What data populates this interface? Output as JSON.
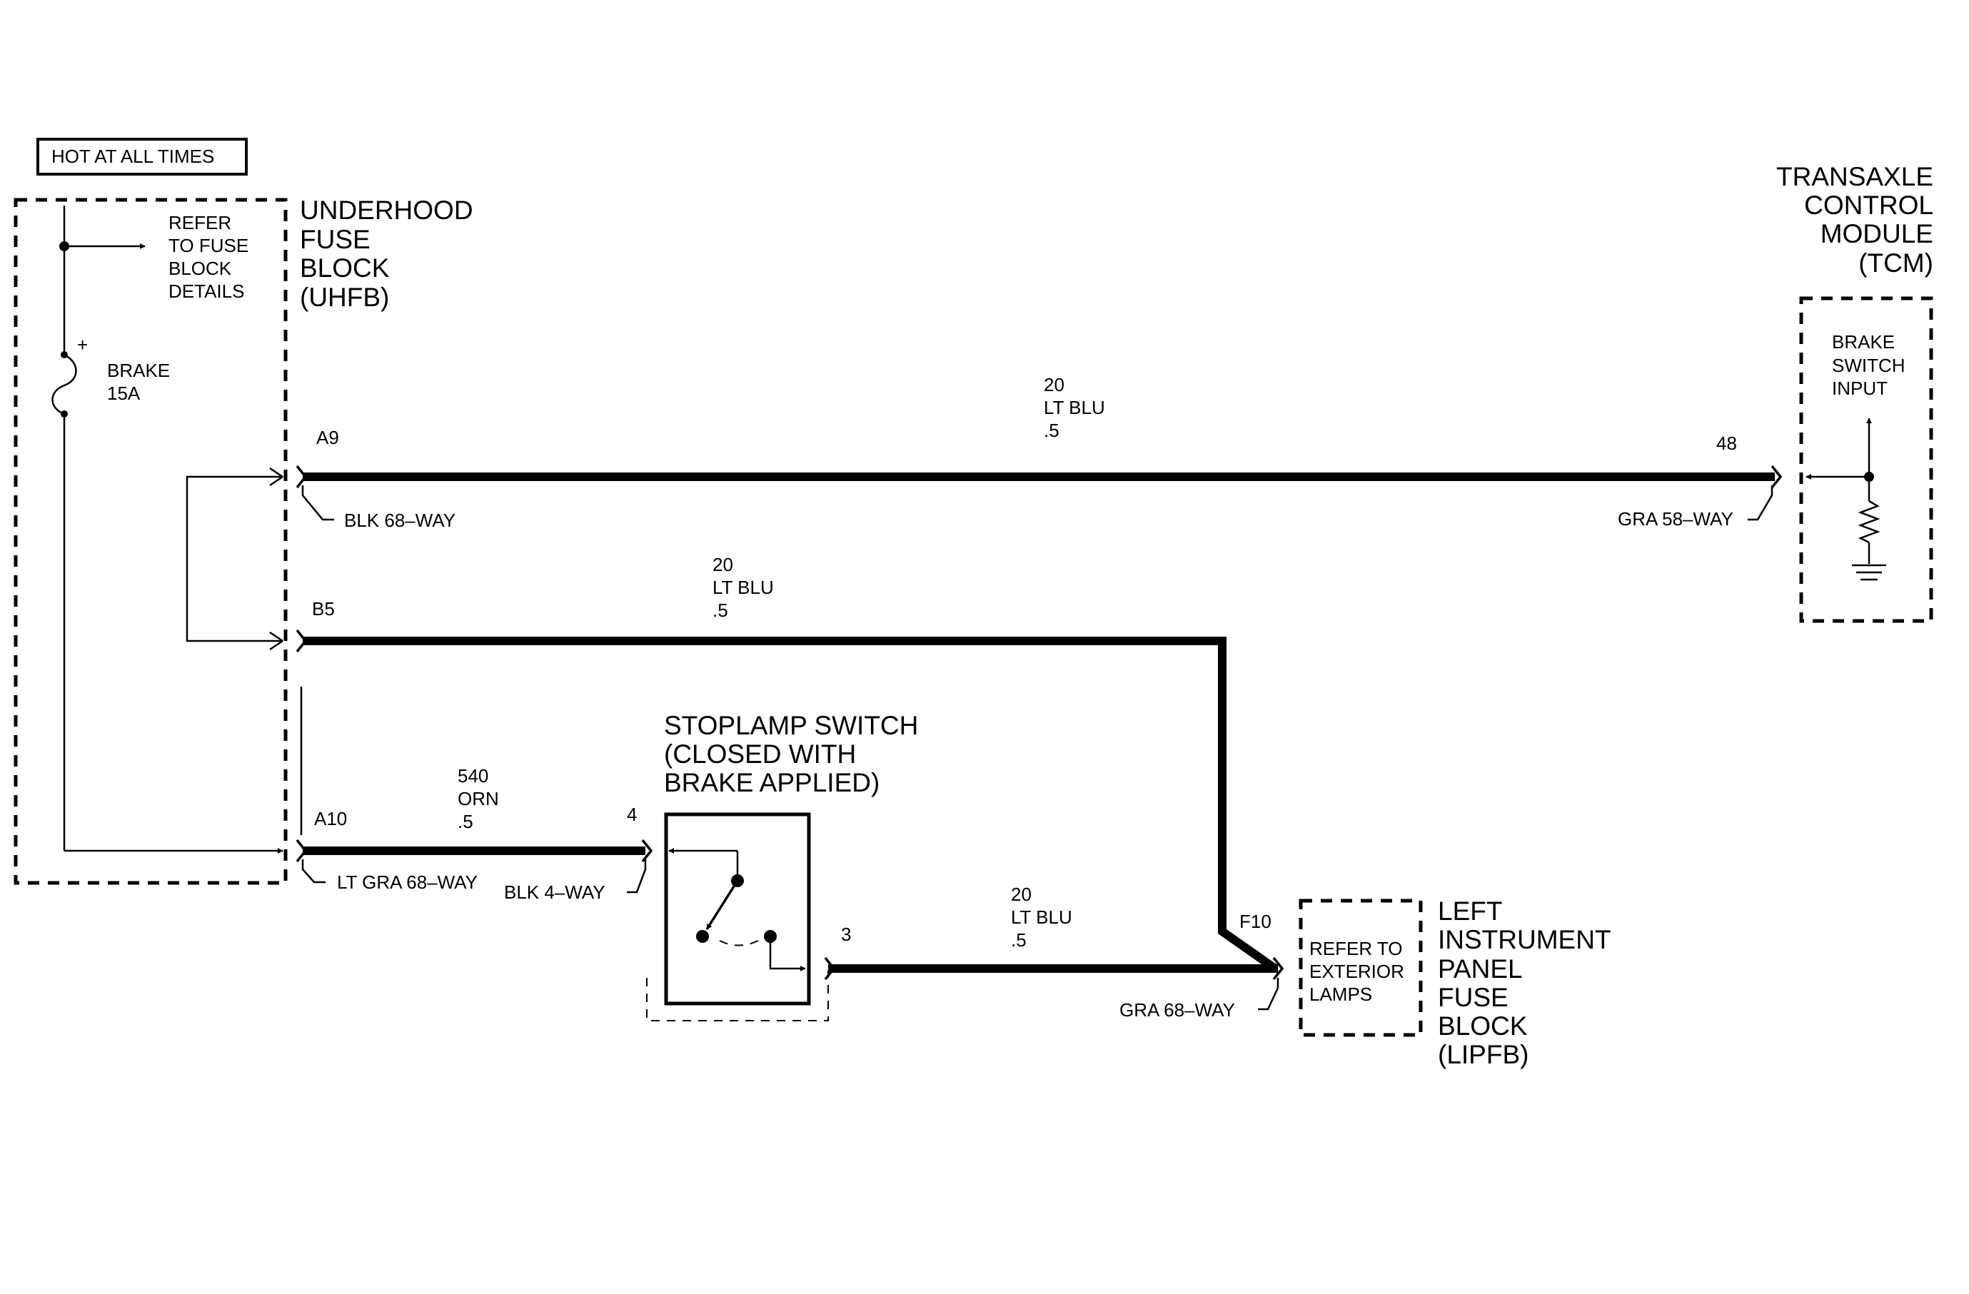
{
  "hot_box": {
    "label": "HOT AT ALL TIMES"
  },
  "uhfb": {
    "name_lines": [
      "UNDERHOOD",
      "FUSE",
      "BLOCK",
      "(UHFB)"
    ],
    "refer_lines": [
      "REFER",
      "TO FUSE",
      "BLOCK",
      "DETAILS"
    ],
    "fuse_lines": [
      "BRAKE",
      "15A"
    ],
    "fuse_polarity": "+"
  },
  "tcm": {
    "name_lines": [
      "TRANSAXLE",
      "CONTROL",
      "MODULE",
      "(TCM)"
    ],
    "input_lines": [
      "BRAKE",
      "SWITCH",
      "INPUT"
    ]
  },
  "stoplamp": {
    "name_lines": [
      "STOPLAMP SWITCH",
      "(CLOSED WITH",
      "BRAKE APPLIED)"
    ]
  },
  "lipfb": {
    "name_lines": [
      "LEFT",
      "INSTRUMENT",
      "PANEL",
      "FUSE",
      "BLOCK",
      "(LIPFB)"
    ],
    "refer_lines": [
      "REFER TO",
      "EXTERIOR",
      "LAMPS"
    ]
  },
  "pins": {
    "a9": "A9",
    "b5": "B5",
    "a10": "A10",
    "tcm_48": "48",
    "switch_4": "4",
    "switch_3": "3",
    "lipfb_f10": "F10"
  },
  "connectors": {
    "blk_68": "BLK 68–WAY",
    "gra_58": "GRA 58–WAY",
    "lt_gra_68": "LT GRA 68–WAY",
    "blk_4": "BLK 4–WAY",
    "gra_68": "GRA 68–WAY"
  },
  "wires": {
    "a9_tcm": [
      "20",
      "LT BLU",
      ".5"
    ],
    "b5_lipfb": [
      "20",
      "LT BLU",
      ".5"
    ],
    "a10_switch": [
      "540",
      "ORN",
      ".5"
    ],
    "switch_lipfb": [
      "20",
      "LT BLU",
      ".5"
    ]
  }
}
